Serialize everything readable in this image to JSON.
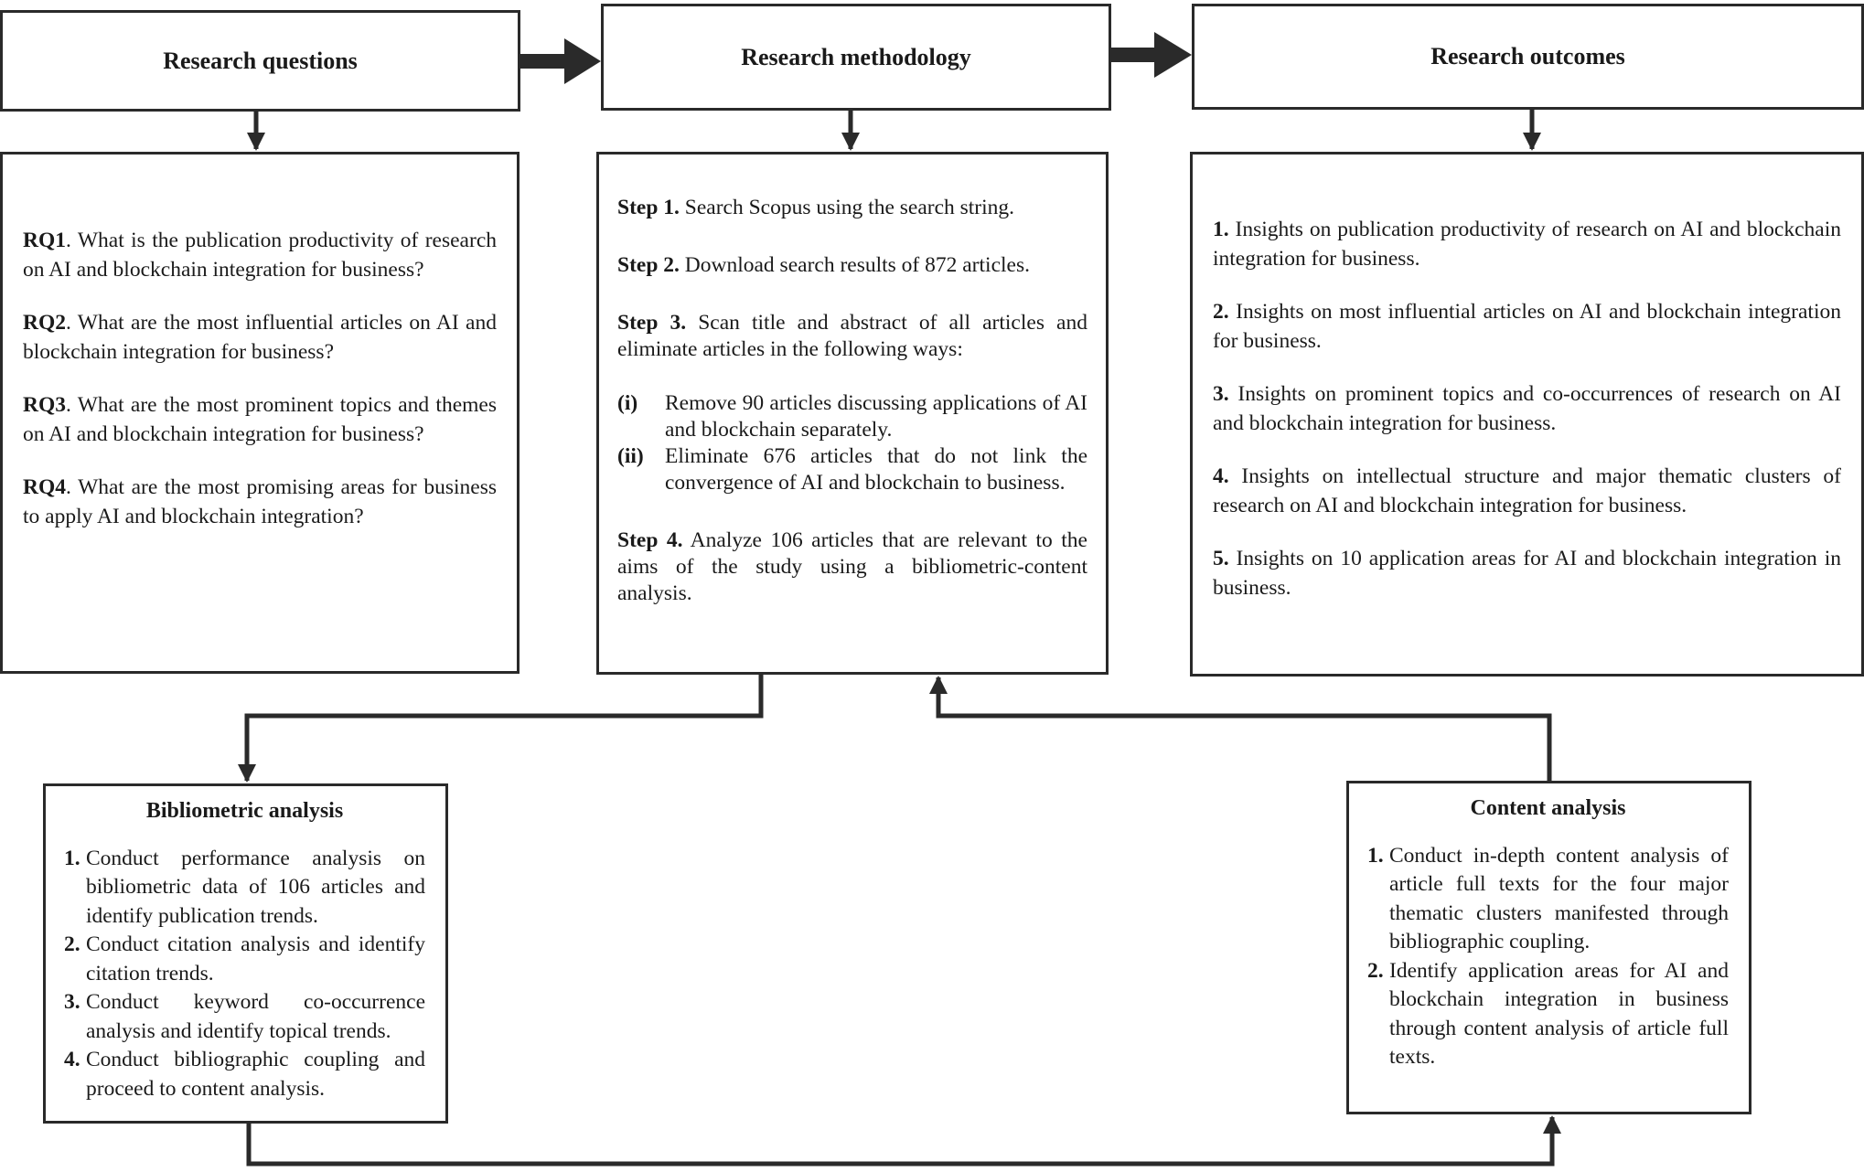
{
  "headers": {
    "questions": "Research questions",
    "methodology": "Research methodology",
    "outcomes": "Research outcomes"
  },
  "questions": [
    {
      "label": "RQ1",
      "text": ". What is the publication productivity of research on AI and blockchain integration for business?"
    },
    {
      "label": "RQ2",
      "text": ". What are the most influential articles on AI and blockchain integration for business?"
    },
    {
      "label": "RQ3",
      "text": ". What are the most prominent topics and themes on AI and blockchain integration for business?"
    },
    {
      "label": "RQ4",
      "text": ". What are the most promising areas for business to apply AI and blockchain integration?"
    }
  ],
  "methodology": {
    "steps": [
      {
        "label": "Step 1.",
        "text": " Search Scopus using the search string."
      },
      {
        "label": "Step 2.",
        "text": " Download search results of 872 articles."
      },
      {
        "label": "Step 3.",
        "text": " Scan title and abstract of all articles and eliminate articles in the following ways:"
      },
      {
        "label": "Step 4.",
        "text": " Analyze 106 articles that are relevant to the aims of the study using a bibliometric-content analysis."
      }
    ],
    "substeps": [
      {
        "label": "(i)",
        "text": "Remove 90 articles discussing applications of AI and blockchain separately."
      },
      {
        "label": "(ii)",
        "text": "Eliminate 676 articles that do not link the convergence of AI and blockchain to business."
      }
    ]
  },
  "outcomes": [
    {
      "label": "1.",
      "text": " Insights on publication productivity of research on AI and blockchain integration for business."
    },
    {
      "label": "2.",
      "text": " Insights on most influential articles on AI and blockchain integration for business."
    },
    {
      "label": "3.",
      "text": " Insights on prominent topics and co-occurrences of research on AI and blockchain integration for business."
    },
    {
      "label": "4.",
      "text": " Insights on intellectual structure and major thematic clusters of research on AI and blockchain integration for business."
    },
    {
      "label": "5.",
      "text": " Insights on 10 application areas for AI and blockchain integration in business."
    }
  ],
  "bibliometric": {
    "title": "Bibliometric analysis",
    "items": [
      {
        "label": "1.",
        "text": "Conduct performance analysis on bibliometric data of 106 articles and identify publication trends."
      },
      {
        "label": "2.",
        "text": "Conduct citation analysis and identify citation trends."
      },
      {
        "label": "3.",
        "text": "Conduct keyword co-occurrence analysis and identify topical trends."
      },
      {
        "label": "4.",
        "text": "Conduct bibliographic coupling and proceed to content analysis."
      }
    ]
  },
  "content": {
    "title": "Content analysis",
    "items": [
      {
        "label": "1.",
        "text": "Conduct in-depth content analysis of article full texts for the four major thematic clusters manifested through bibliographic coupling."
      },
      {
        "label": "2.",
        "text": "Identify application areas for AI and blockchain integration in business through content analysis of article full texts."
      }
    ]
  }
}
